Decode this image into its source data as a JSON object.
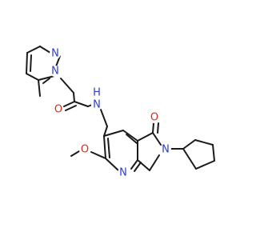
{
  "molecule": {
    "atoms": [
      {
        "id": "n_pz1",
        "text": "N",
        "color": "#2a3cd8"
      },
      {
        "id": "n_pz2",
        "text": "N",
        "color": "#2a3cd8"
      },
      {
        "id": "o_amide",
        "text": "O",
        "color": "#e8261c"
      },
      {
        "id": "n_amide",
        "text": "N",
        "color": "#2a3cd8"
      },
      {
        "id": "h_amide",
        "text": "H",
        "color": "#2a3cd8"
      },
      {
        "id": "o_lactam",
        "text": "O",
        "color": "#e8261c"
      },
      {
        "id": "n_lactam",
        "text": "N",
        "color": "#2a3cd8"
      },
      {
        "id": "o_methoxy",
        "text": "O",
        "color": "#e8261c"
      },
      {
        "id": "n_pyridine",
        "text": "N",
        "color": "#2a3cd8"
      }
    ],
    "bond_color": "#1a1a1a"
  }
}
